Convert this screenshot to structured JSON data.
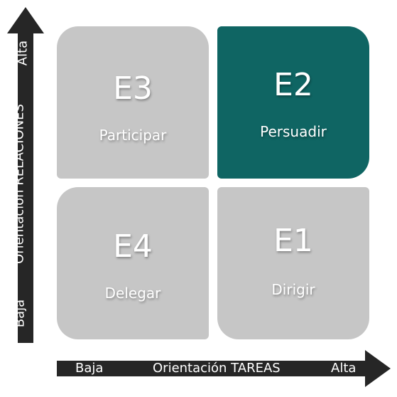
{
  "colors": {
    "highlight": "#0f6563",
    "neutral": "#c6c6c6",
    "axis": "#262626",
    "text": "#ffffff"
  },
  "quadrants": {
    "e3": {
      "code": "E3",
      "label": "Participar"
    },
    "e2": {
      "code": "E2",
      "label": "Persuadir"
    },
    "e4": {
      "code": "E4",
      "label": "Delegar"
    },
    "e1": {
      "code": "E1",
      "label": "Dirigir"
    }
  },
  "y_axis": {
    "title": "Orientación RELACIONES",
    "low": "Baja",
    "high": "Alta"
  },
  "x_axis": {
    "title": "Orientación TAREAS",
    "low": "Baja",
    "high": "Alta"
  }
}
